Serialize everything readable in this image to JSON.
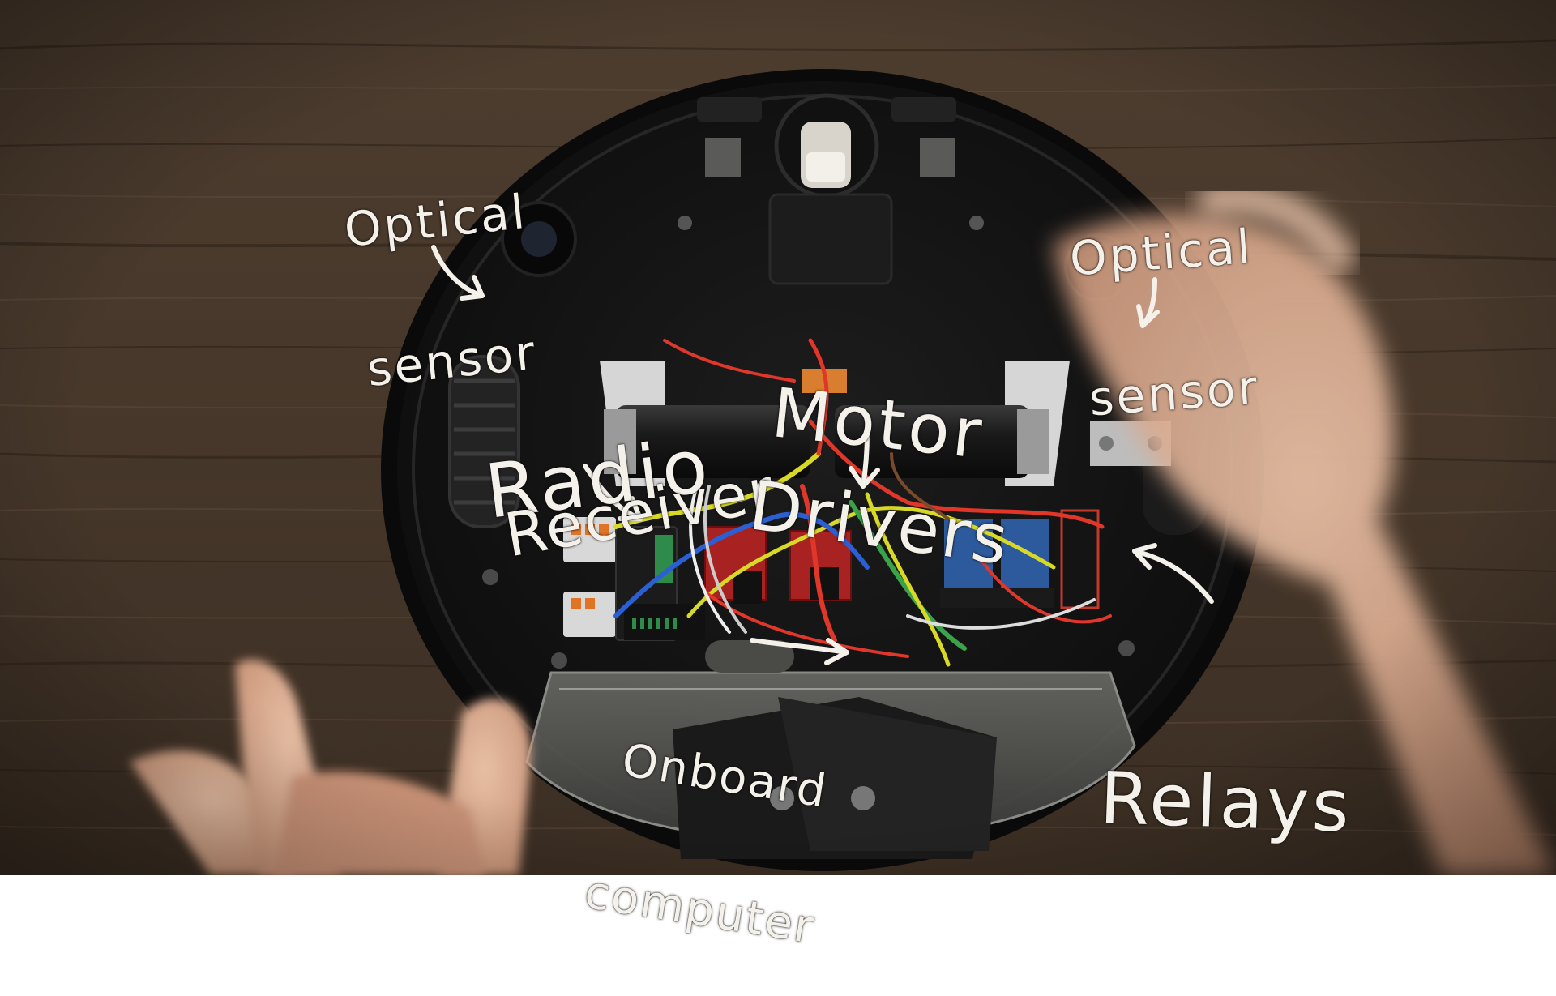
{
  "annotations": {
    "optical_sensor_left": {
      "line1": "Optical",
      "line2": "sensor"
    },
    "optical_sensor_right": {
      "line1": "Optical",
      "line2": "sensor"
    },
    "radio_receiver": {
      "line1": "Radio",
      "line2": "Receiver"
    },
    "motor_drivers": {
      "line1": "Motor",
      "line2": "Drivers"
    },
    "onboard_computer": {
      "line1": "Onboard",
      "line2": "computer"
    },
    "relays": {
      "text": "Relays"
    }
  },
  "colors": {
    "wood_base": "#4a3a2c",
    "wood_dark": "#2f241b",
    "robot_body": "#151515",
    "annotation_ink": "#f4f1ea",
    "skin": "#d9a98c"
  }
}
